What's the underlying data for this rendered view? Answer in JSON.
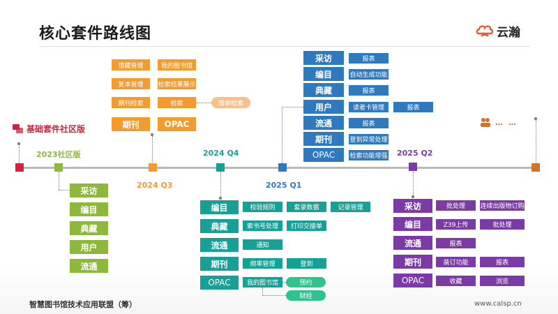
{
  "page": {
    "title": "核心套件路线图",
    "footer_left": "智慧图书馆技术应用联盟（筹）",
    "footer_right": "www.calsp.cn"
  },
  "logo": {
    "text": "云瀚",
    "color": "#e8573a"
  },
  "community": {
    "label": "基础套件社区版",
    "color": "#d0233f"
  },
  "milestones": {
    "m2023": {
      "label": "2023社区版",
      "color": "#8db83b"
    },
    "m2024q3": {
      "label": "2024  Q3",
      "color": "#f39b2f"
    },
    "m2024q4": {
      "label": "2024  Q4",
      "color": "#16a196"
    },
    "m2025q1": {
      "label": "2025  Q1",
      "color": "#2f7abf"
    },
    "m2025q2": {
      "label": "2025  Q2",
      "color": "#7b3aa6"
    },
    "future": {
      "label": "…  …",
      "color": "#d4722a"
    }
  },
  "g2023": {
    "items": [
      "采访",
      "编目",
      "典藏",
      "用户",
      "流通"
    ]
  },
  "g2024q3": {
    "col1": [
      "馆藏管理",
      "复本管理",
      "期刊检索"
    ],
    "col2": [
      "我的图书馆",
      "检索结果展示",
      "检索"
    ],
    "extra": "简单检索",
    "hdr1": "期刊",
    "hdr2": "OPAC"
  },
  "g2024q4": {
    "rows": [
      {
        "h": "编目",
        "items": [
          "校验规则",
          "套录数据",
          "记录管理"
        ]
      },
      {
        "h": "典藏",
        "items": [
          "索书号处理",
          "打印交接单"
        ]
      },
      {
        "h": "流通",
        "items": [
          "通知"
        ]
      },
      {
        "h": "期刊",
        "items": [
          "频率管理",
          "登到"
        ]
      },
      {
        "h": "OPAC",
        "items": [
          "我的图书馆"
        ]
      }
    ],
    "sub": [
      "预约",
      "财经"
    ]
  },
  "g2025q1": {
    "rows": [
      {
        "h": "采访",
        "items": [
          "报表"
        ]
      },
      {
        "h": "编目",
        "items": [
          "自动生成功能"
        ]
      },
      {
        "h": "典藏",
        "items": [
          "报表"
        ]
      },
      {
        "h": "用户",
        "items": [
          "读者卡管理",
          "报表"
        ]
      },
      {
        "h": "流通",
        "items": [
          "报表"
        ]
      },
      {
        "h": "期刊",
        "items": [
          "登到异常处理"
        ]
      },
      {
        "h": "OPAC",
        "items": [
          "检索功能增强"
        ]
      }
    ]
  },
  "g2025q2": {
    "rows": [
      {
        "h": "采访",
        "items": [
          "批处理",
          "连续出版物订购"
        ]
      },
      {
        "h": "编目",
        "items": [
          "Z39上传",
          "批处理"
        ]
      },
      {
        "h": "流通",
        "items": [
          "报表"
        ]
      },
      {
        "h": "期刊",
        "items": [
          "装订功能",
          "报表"
        ]
      },
      {
        "h": "OPAC",
        "items": [
          "收藏",
          "浏览"
        ]
      }
    ]
  }
}
